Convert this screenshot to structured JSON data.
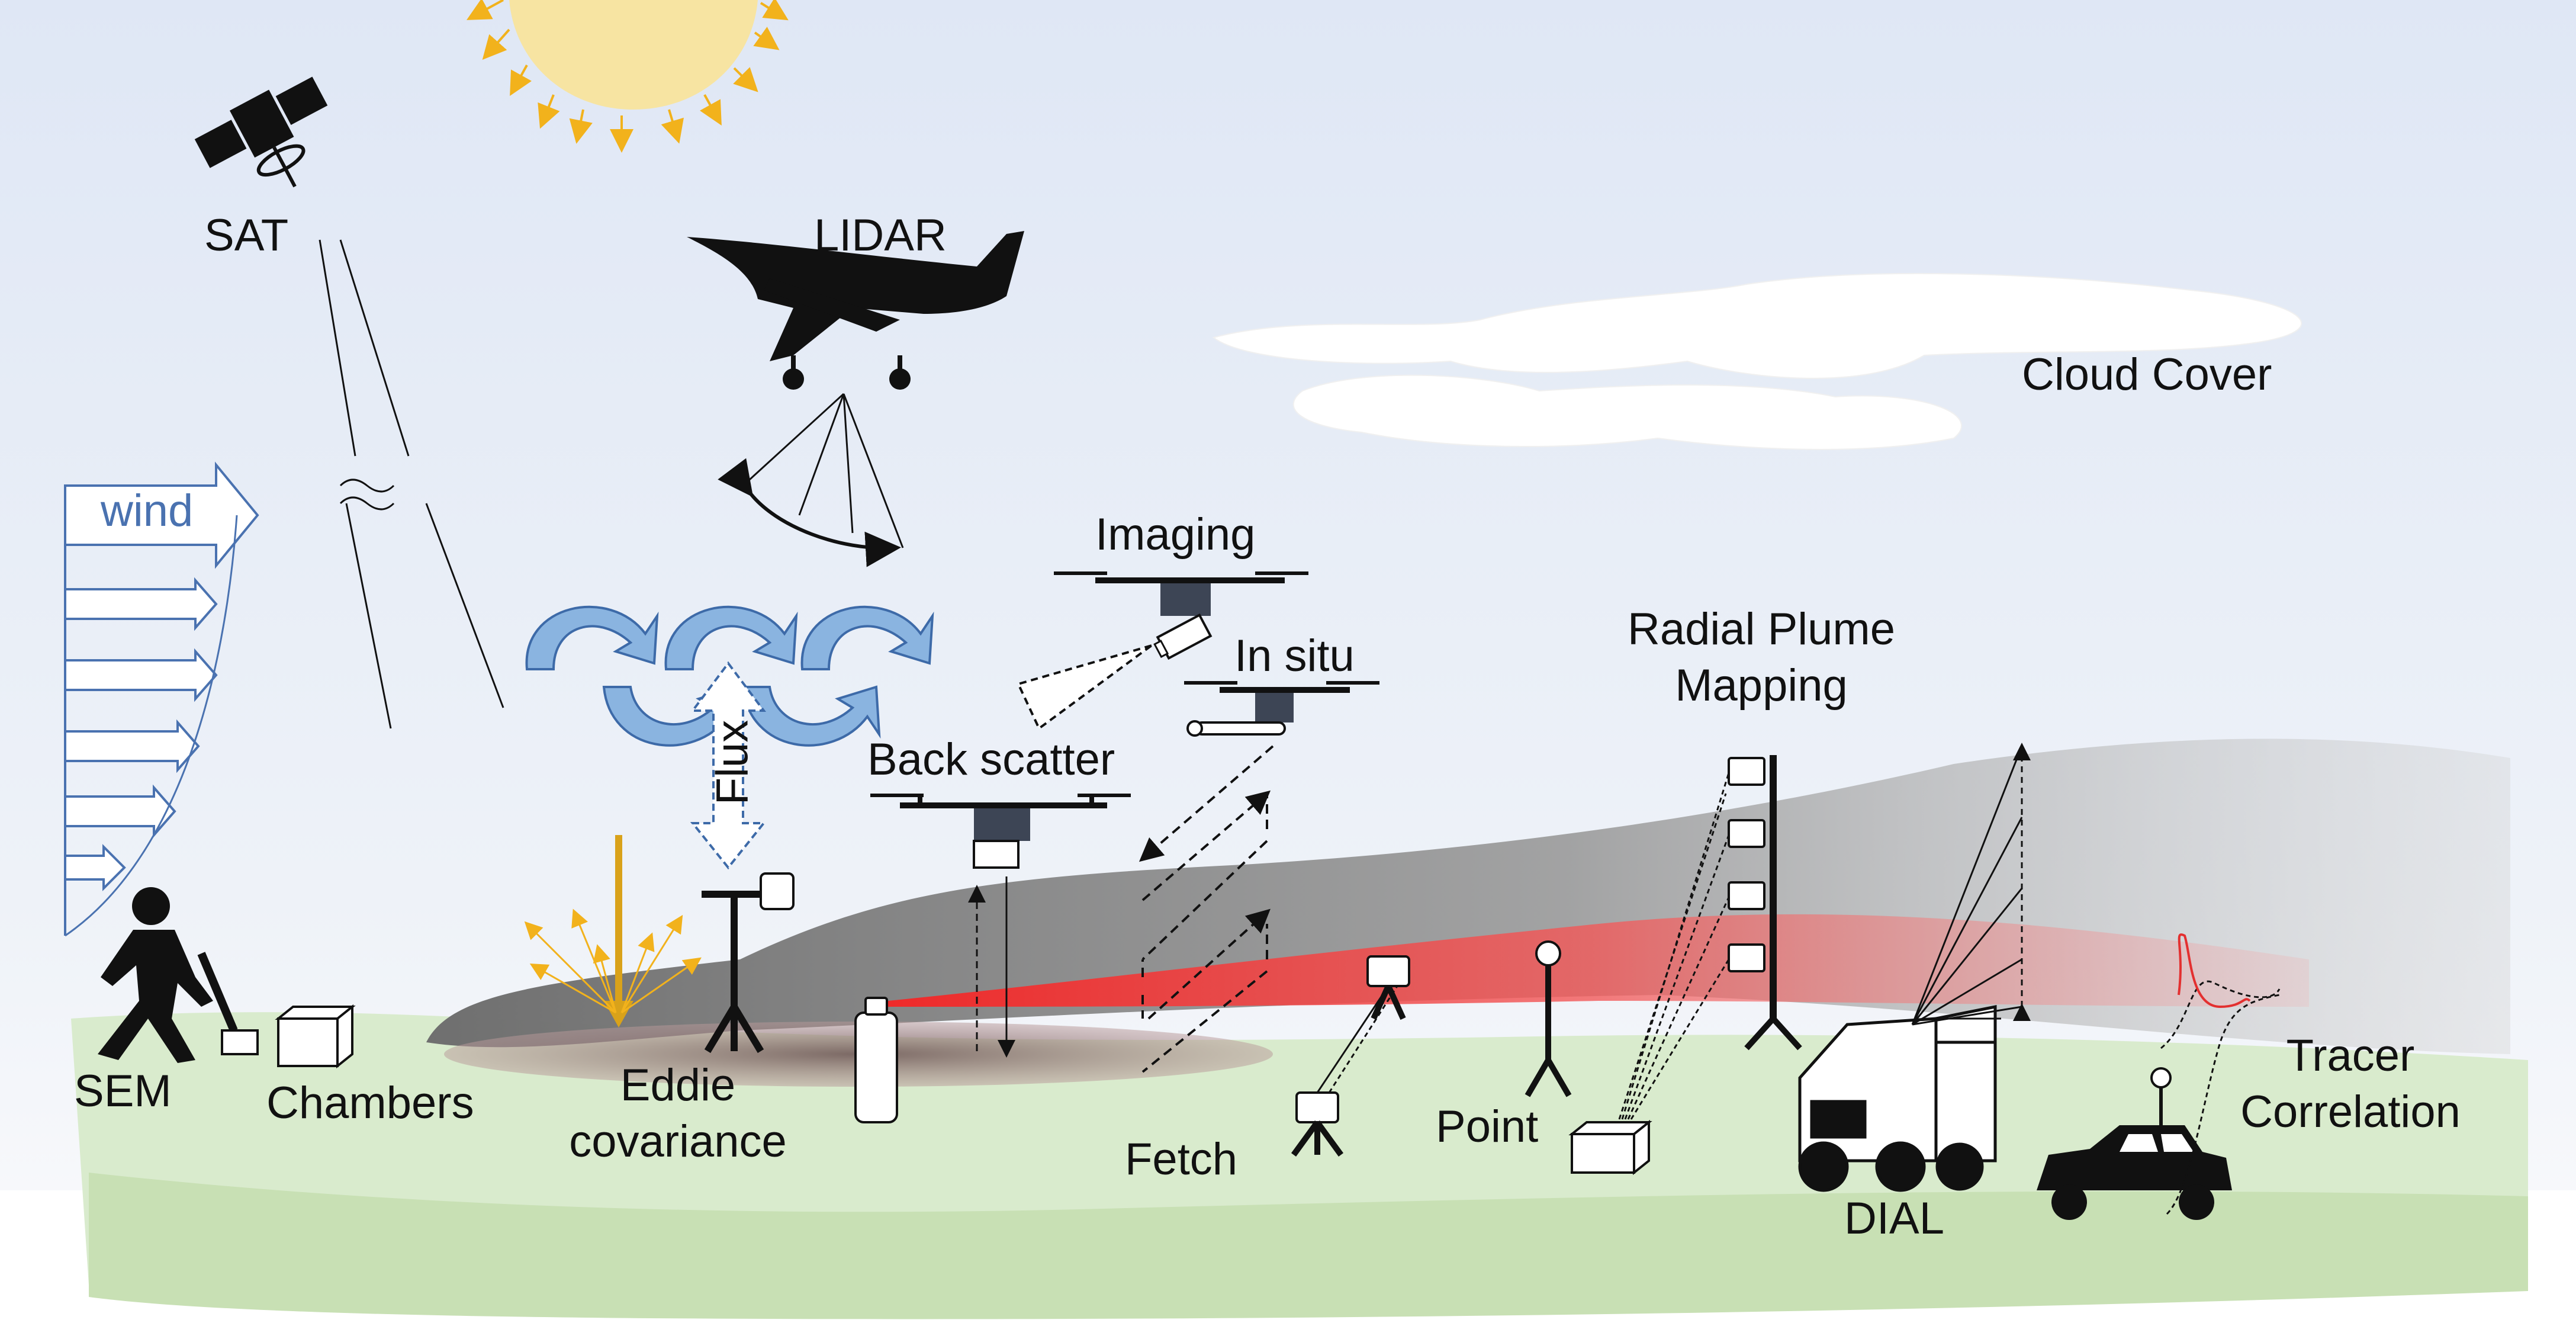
{
  "labels": {
    "sat": "SAT",
    "lidar": "LIDAR",
    "cloud_cover": "Cloud Cover",
    "wind": "wind",
    "imaging": "Imaging",
    "in_situ": "In situ",
    "back_scatter": "Back scatter",
    "flux": "Flux",
    "radial_plume_line1": "Radial Plume",
    "radial_plume_line2": "Mapping",
    "sem": "SEM",
    "chambers": "Chambers",
    "eddie_line1": "Eddie",
    "eddie_line2": "covariance",
    "fetch": "Fetch",
    "point": "Point",
    "dial": "DIAL",
    "tracer_line1": "Tracer",
    "tracer_line2": "Correlation"
  },
  "colors": {
    "sky_top": "#e7edf7",
    "sky_bottom": "#f4f6fa",
    "ground": "#d9ebcd",
    "plume": "#8e8e8e",
    "methane_plume": "#f25a5a",
    "sun": "#f7e4a2",
    "sun_rays": "#f2b21c",
    "wind_arrows": "#4a72b0",
    "eddy_arrows": "#6f9bd0",
    "solar_down_arrow": "#d9a21a"
  }
}
